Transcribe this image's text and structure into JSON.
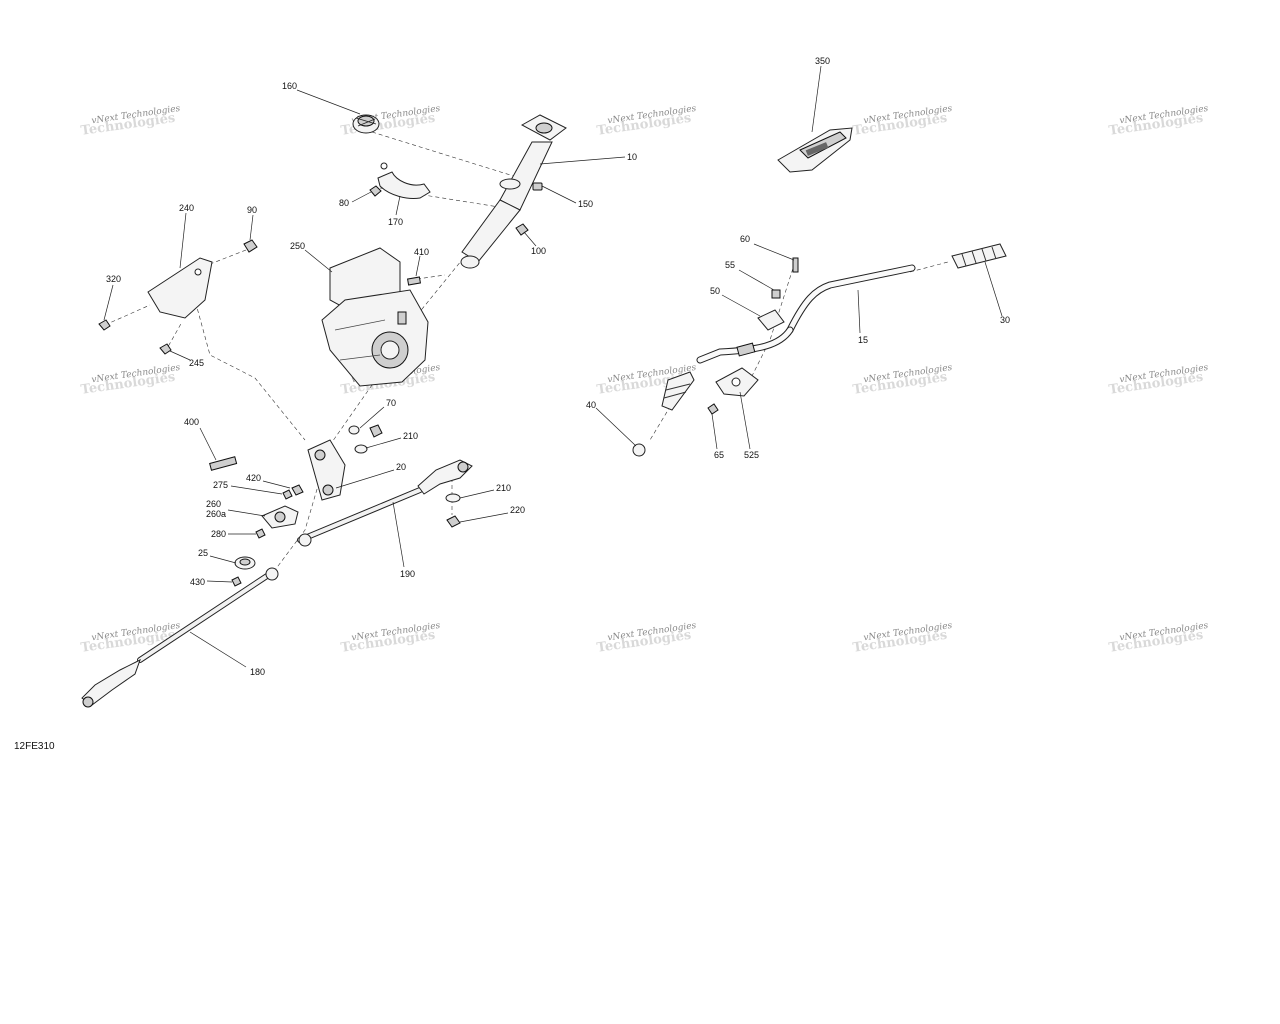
{
  "figure_code": "12FE310",
  "watermark": {
    "line1": "vNext Technologies",
    "line2": "Technologies"
  },
  "callouts": [
    "160",
    "10",
    "350",
    "150",
    "80",
    "170",
    "240",
    "90",
    "250",
    "410",
    "100",
    "320",
    "245",
    "60",
    "55",
    "50",
    "15",
    "30",
    "70",
    "40",
    "65",
    "525",
    "400",
    "210",
    "420",
    "20",
    "275",
    "260",
    "260a",
    "280",
    "25",
    "430",
    "190",
    "220",
    "180"
  ]
}
